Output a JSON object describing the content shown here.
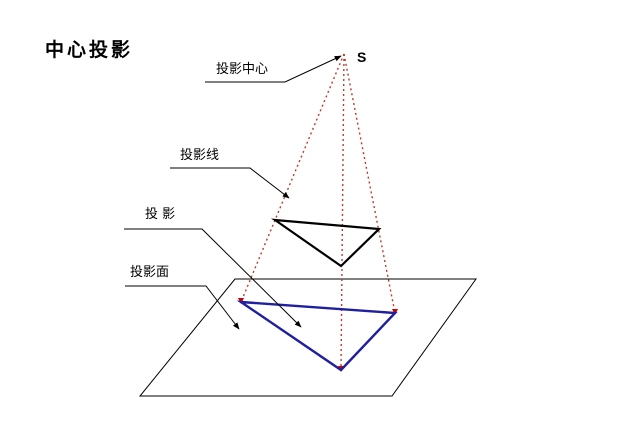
{
  "title": "中心投影",
  "labels": {
    "center_point": "S",
    "projection_center": "投影中心",
    "projection_line": "投影线",
    "projection": "投 影",
    "projection_plane": "投影面"
  },
  "colors": {
    "projection_lines": "#c0392b",
    "object_triangle": "#000000",
    "projected_triangle": "#1f1f9f",
    "plane": "#000000",
    "vertex_marker": "#cc0000"
  }
}
